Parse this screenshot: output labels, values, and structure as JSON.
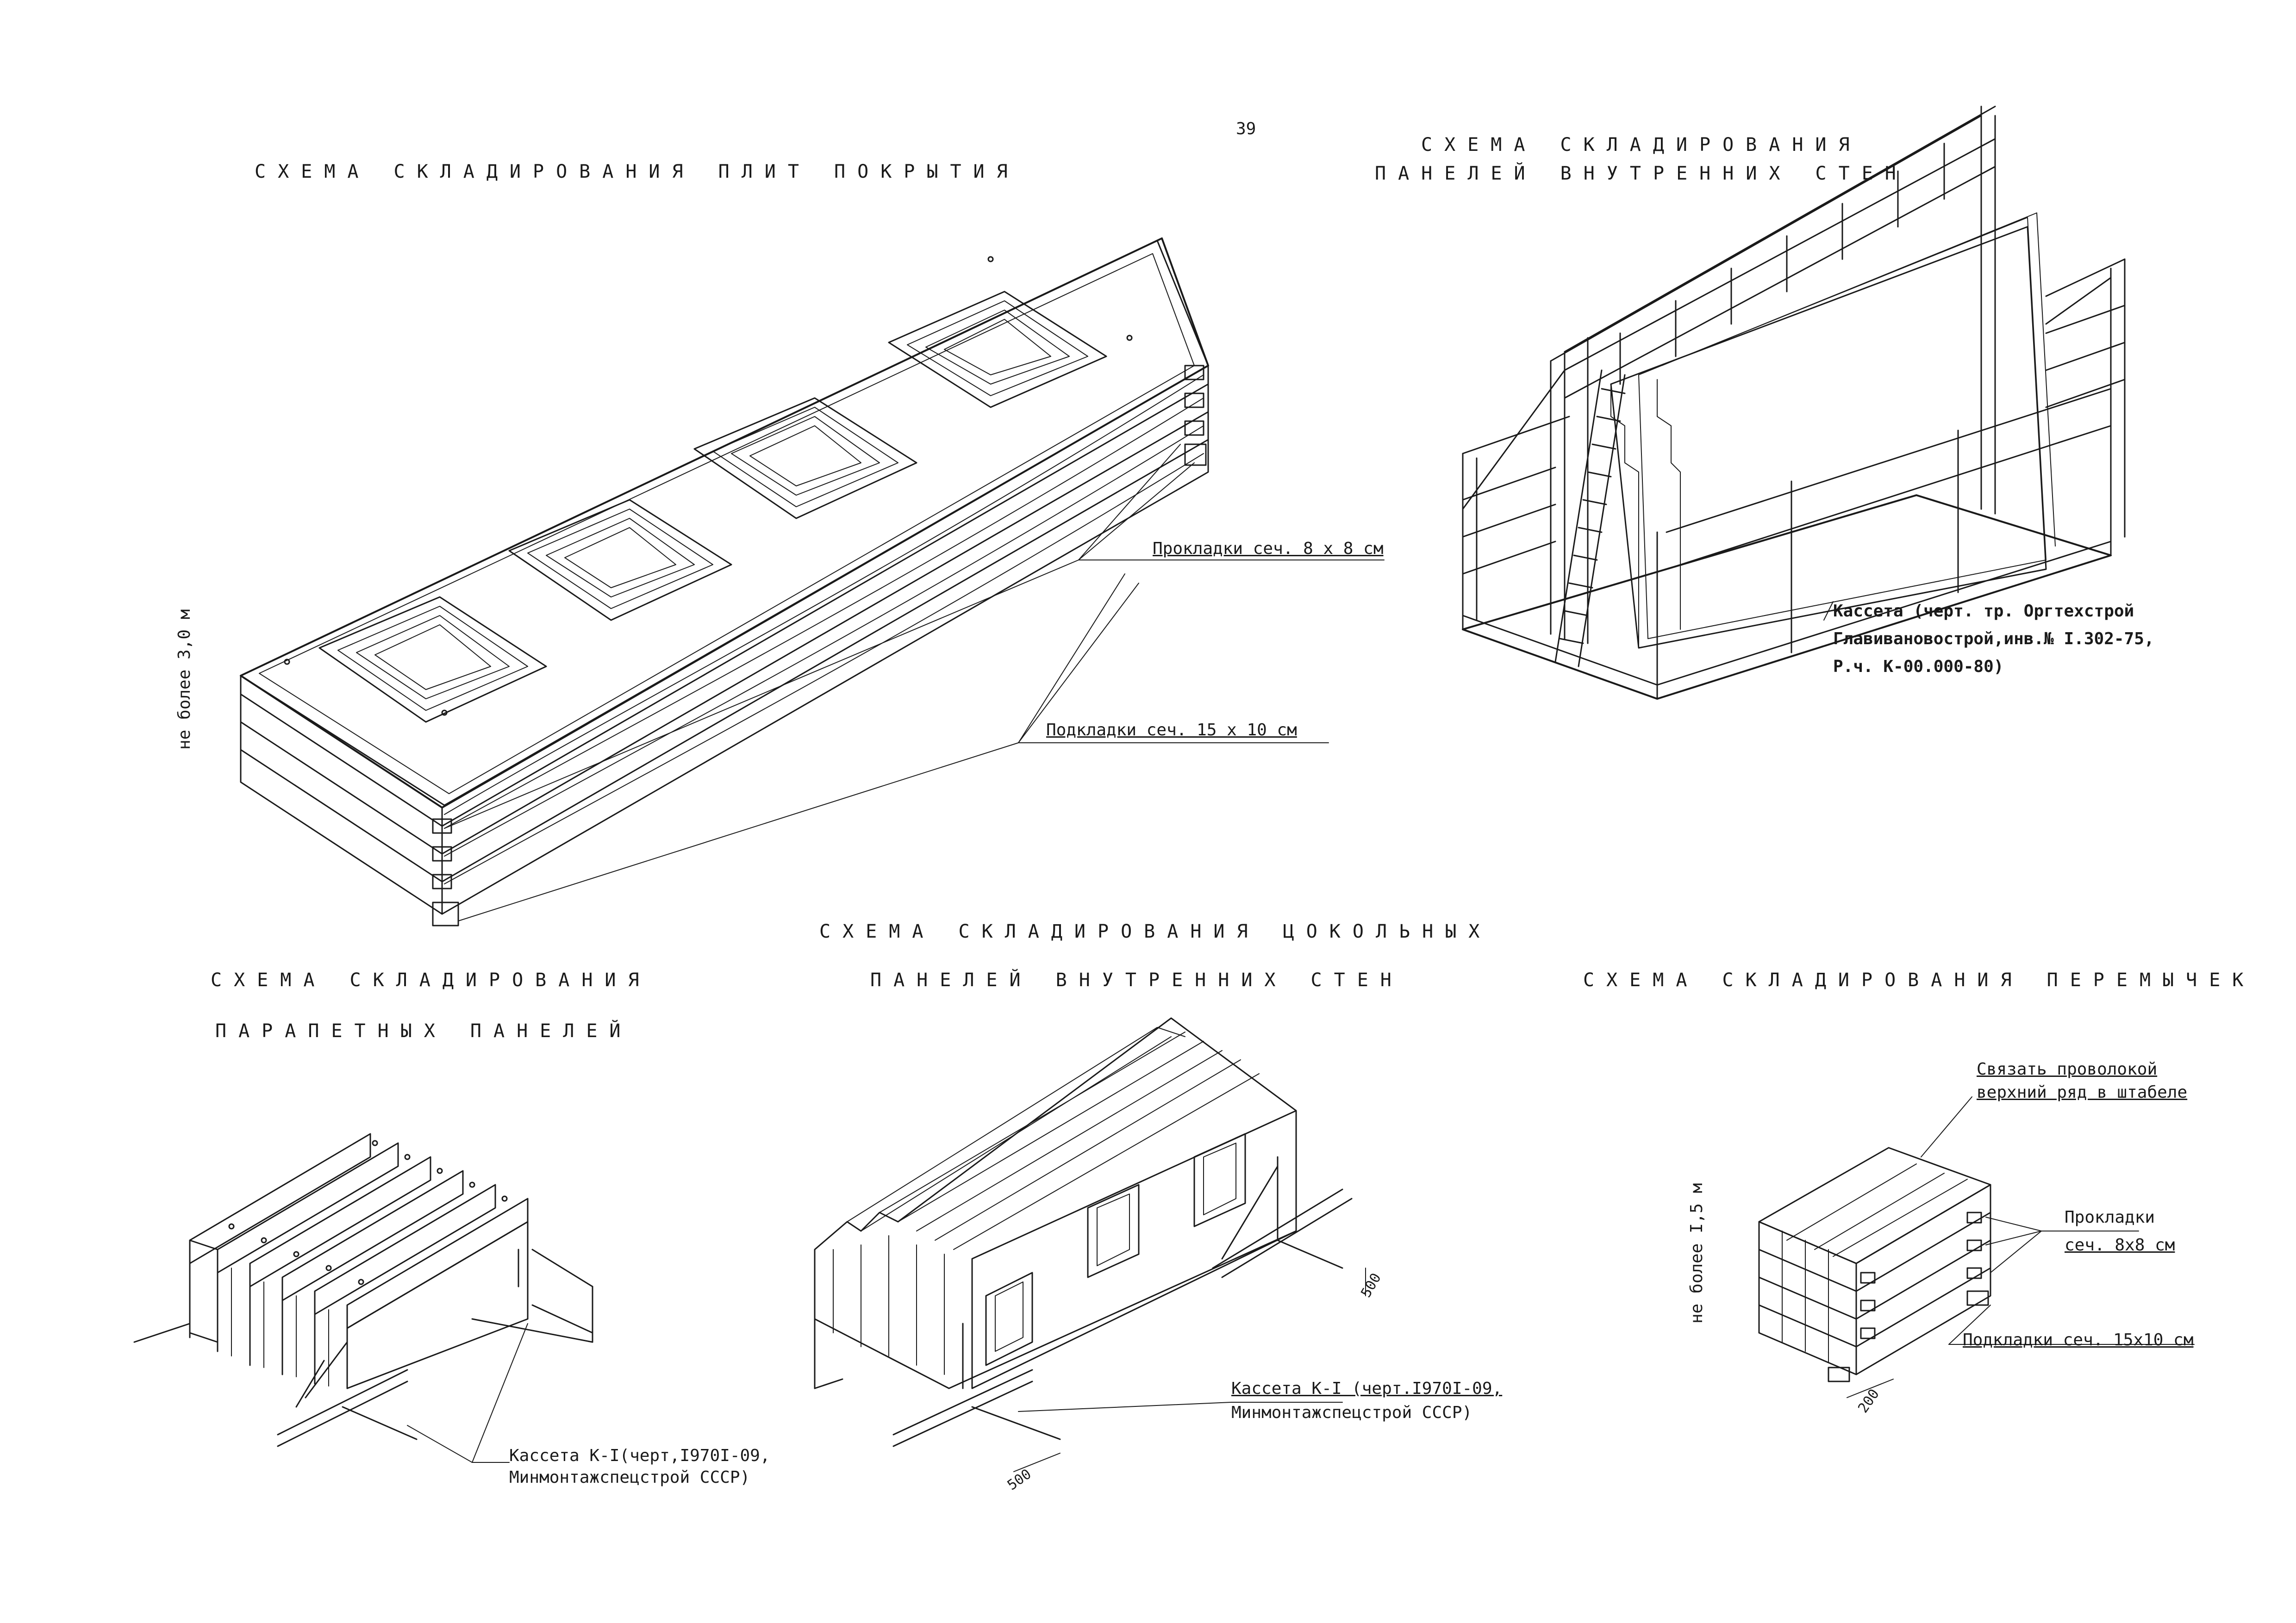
{
  "page_number": "39",
  "roof_slabs": {
    "title": "СХЕМА СКЛАДИРОВАНИЯ ПЛИТ ПОКРЫТИЯ",
    "height_limit": "не более 3,0 м",
    "spacers": "Прокладки сеч. 8 х 8 см",
    "supports": "Подкладки сеч. 15 х 10 см"
  },
  "inner_wall_panels": {
    "title_line1": "СХЕМА СКЛАДИРОВАНИЯ",
    "title_line2": "ПАНЕЛЕЙ ВНУТРЕННИХ СТЕН",
    "cassette_line1": "Кассета (черт. тр. Оргтехстрой",
    "cassette_line2": "Главивановострой,инв.№ I.302-75,",
    "cassette_line3": "Р.ч. К-00.000-80)"
  },
  "parapet_panels": {
    "title_line1": "СХЕМА СКЛАДИРОВАНИЯ",
    "title_line2": "ПАРАПЕТНЫХ ПАНЕЛЕЙ",
    "cassette_line1": "Кассета К-I(черт,I970I-09,",
    "cassette_line2": "Минмонтажспецстрой СССР)"
  },
  "basement_panels": {
    "title_line1": "СХЕМА СКЛАДИРОВАНИЯ ЦОКОЛЬНЫХ",
    "title_line2": "ПАНЕЛЕЙ ВНУТРЕННИХ СТЕН",
    "cassette_line1": "Кассета К-I (черт.I970I-09,",
    "cassette_line2": "Минмонтажспецстрой СССР)",
    "dim_right": "500",
    "dim_left": "500"
  },
  "lintels": {
    "title": "СХЕМА СКЛАДИРОВАНИЯ ПЕРЕМЫЧЕК",
    "tie_line1": "Связать проволокой",
    "tie_line2": "верхний ряд в штабеле",
    "height_limit": "не более I,5 м",
    "spacers_line1": "Прокладки",
    "spacers_line2": "сеч. 8х8 см",
    "supports": "Подкладки сеч. 15х10 см",
    "dim": "200"
  }
}
